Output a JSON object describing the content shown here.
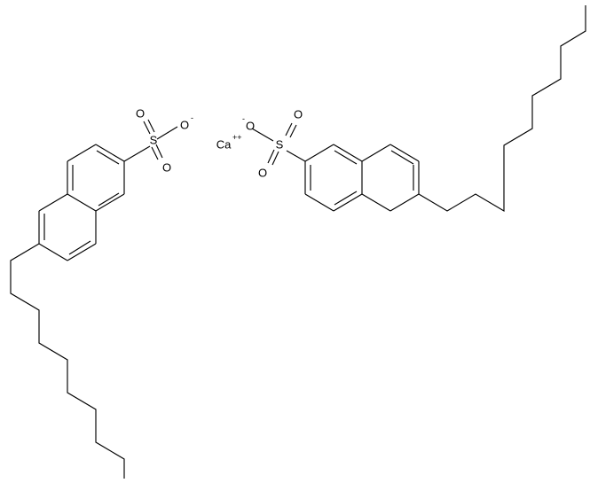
{
  "molecule": {
    "atoms": {
      "S_left": "S",
      "O_left_top": "O",
      "O_left_minus": "O",
      "O_left_bottom": "O",
      "Ca": "Ca",
      "O_right_minus": "O",
      "O_right_top": "O",
      "S_right": "S",
      "O_right_bottom": "O"
    },
    "charges": {
      "left_sulfonate": "-",
      "calcium": "++",
      "right_sulfonate": "-"
    }
  }
}
